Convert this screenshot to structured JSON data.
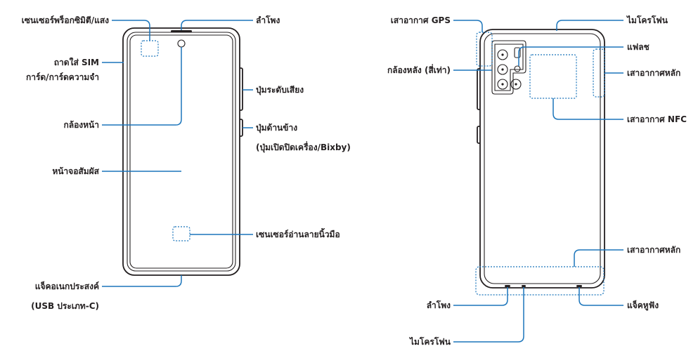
{
  "front": {
    "proximity_sensor": "เซนเซอร์พร็อกซิมิตี/แสง",
    "speaker": "ลำโพง",
    "sim_tray_line1": "ถาดใส่ SIM",
    "sim_tray_line2": "การ์ด/การ์ดความจำ",
    "volume_key": "ปุ่มระดับเสียง",
    "front_camera": "กล้องหน้า",
    "side_key_line1": "ปุ่มด้านข้าง",
    "side_key_line2": "(ปุ่มเปิดปิดเครื่อง/Bixby)",
    "touchscreen": "หน้าจอสัมผัส",
    "fingerprint_sensor": "เซนเซอร์อ่านลายนิ้วมือ",
    "multipurpose_jack_line1": "แจ็คอเนกประสงค์",
    "multipurpose_jack_line2": "(USB ประเภท-C)"
  },
  "back": {
    "gps_antenna": "เสาอากาศ GPS",
    "microphone_top": "ไมโครโฟน",
    "flash": "แฟลช",
    "rear_camera": "กล้องหลัง (สี่เท่า)",
    "main_antenna_top": "เสาอากาศหลัก",
    "nfc_antenna": "เสาอากาศ NFC",
    "main_antenna_bottom": "เสาอากาศหลัก",
    "speaker": "ลำโพง",
    "earphone_jack": "แจ็คหูฟัง",
    "microphone_bottom": "ไมโครโฟน"
  },
  "colors": {
    "leader": "#1b75bb",
    "outline": "#231f20",
    "text": "#231f20"
  }
}
